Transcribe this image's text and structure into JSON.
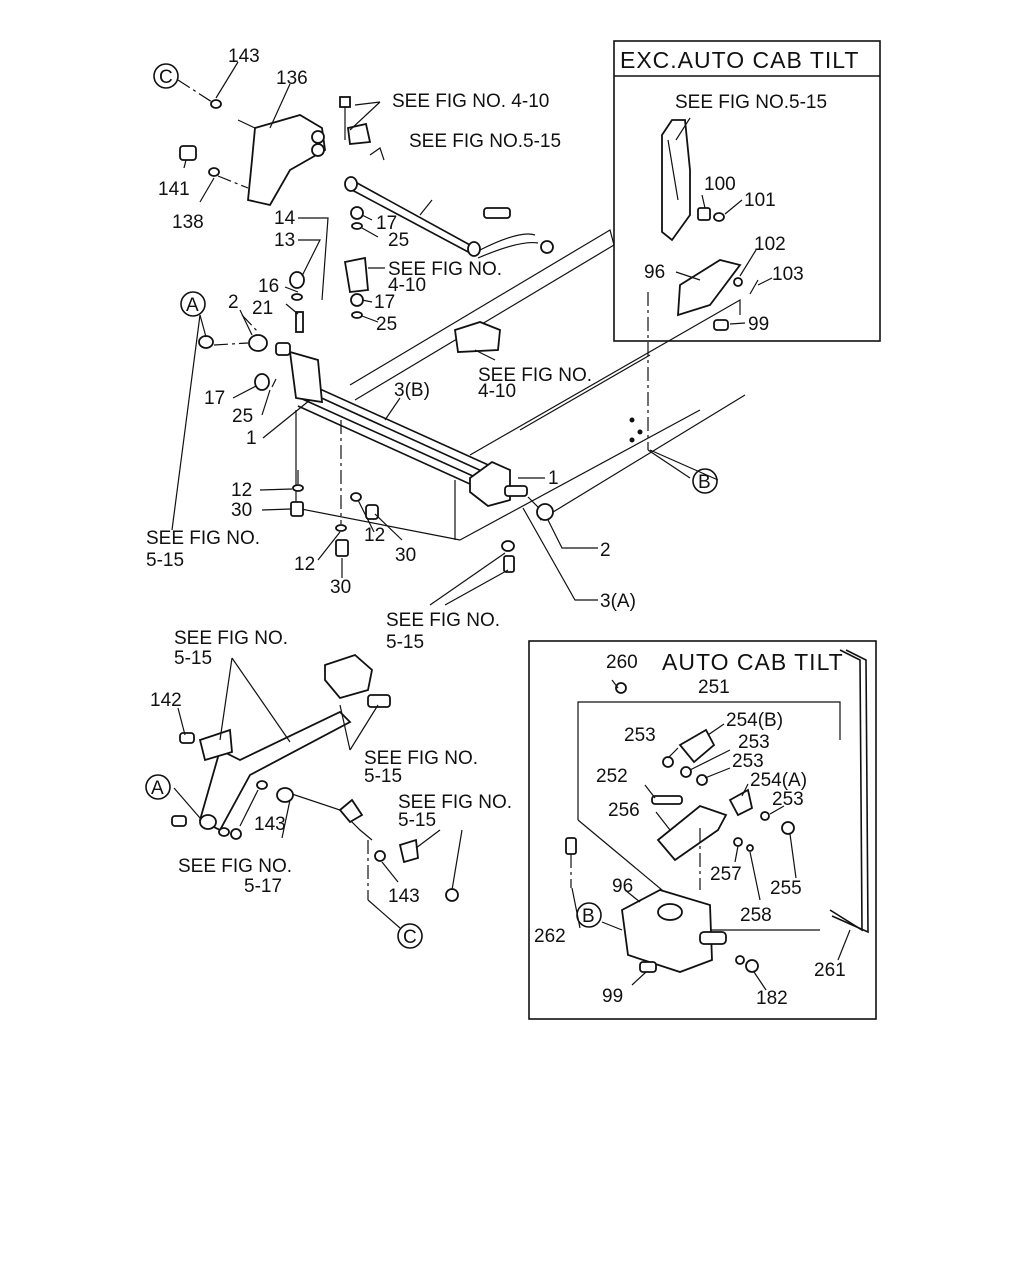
{
  "panels": {
    "exc_auto": {
      "title": "EXC.AUTO CAB TILT"
    },
    "auto": {
      "title": "AUTO CAB TILT"
    }
  },
  "callouts": {
    "c_top": "C",
    "a_left": "A",
    "b_right": "B",
    "a_lower": "A",
    "c_lower": "C",
    "b_auto": "B"
  },
  "labels": {
    "l143a": "143",
    "l136": "136",
    "l141": "141",
    "l138": "138",
    "l14": "14",
    "l13": "13",
    "l16": "16",
    "l21": "21",
    "l2a": "2",
    "l17a": "17",
    "l25a": "25",
    "l17b": "17",
    "l25b": "25",
    "l17c": "17",
    "l25c": "25",
    "l1a": "1",
    "l3b": "3(B)",
    "l1b": "1",
    "l12a": "12",
    "l30a": "30",
    "l12b": "12",
    "l30b": "30",
    "l12c": "12",
    "l30c": "30",
    "l2b": "2",
    "l3a": "3(A)",
    "l100": "100",
    "l101": "101",
    "l102": "102",
    "l103": "103",
    "l96a": "96",
    "l99a": "99",
    "l142": "142",
    "l143b": "143",
    "l143c": "143",
    "l260": "260",
    "l251": "251",
    "l254b": "254(B)",
    "l253a": "253",
    "l253b": "253",
    "l253c": "253",
    "l252": "252",
    "l254a": "254(A)",
    "l253d": "253",
    "l256": "256",
    "l257": "257",
    "l255": "255",
    "l258": "258",
    "l262": "262",
    "l96b": "96",
    "l99b": "99",
    "l182": "182",
    "l261": "261"
  },
  "refs": {
    "fig410_top": "SEE FIG NO. 4-10",
    "fig515_top": "SEE FIG NO.5-15",
    "fig410_mid_1": "SEE FIG NO.",
    "fig410_mid_2": "4-10",
    "fig410_frame_1": "SEE FIG NO.",
    "fig410_frame_2": "4-10",
    "fig515_left_1": "SEE FIG NO.",
    "fig515_left_2": "5-15",
    "fig515_bottom_1": "SEE FIG NO.",
    "fig515_bottom_2": "5-15",
    "fig515_exc": "SEE FIG NO.5-15",
    "fig515_lower_1": "SEE FIG NO.",
    "fig515_lower_2": "5-15",
    "fig515_lmid_1": "SEE FIG NO.",
    "fig515_lmid_2": "5-15",
    "fig515_lright_1": "SEE FIG NO.",
    "fig515_lright_2": "5-15",
    "fig517_1": "SEE FIG NO.",
    "fig517_2": "5-17"
  }
}
